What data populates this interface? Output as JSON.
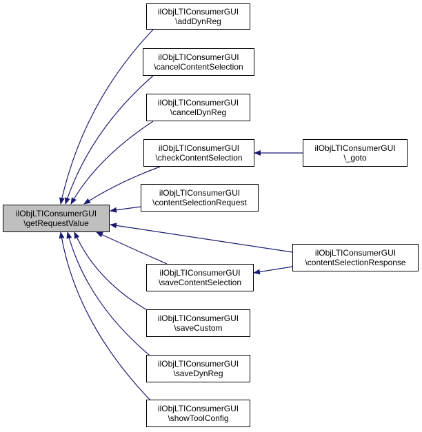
{
  "diagram": {
    "type": "call-graph",
    "edge_color": "#191970",
    "focus_fill": "#bfbfbf",
    "nodes": [
      {
        "id": "getRequestValue",
        "class": "ilObjLTIConsumerGUI",
        "method": "\\getRequestValue",
        "focus": true
      },
      {
        "id": "addDynReg",
        "class": "ilObjLTIConsumerGUI",
        "method": "\\addDynReg"
      },
      {
        "id": "cancelContentSelection",
        "class": "ilObjLTIConsumerGUI",
        "method": "\\cancelContentSelection"
      },
      {
        "id": "cancelDynReg",
        "class": "ilObjLTIConsumerGUI",
        "method": "\\cancelDynReg"
      },
      {
        "id": "checkContentSelection",
        "class": "ilObjLTIConsumerGUI",
        "method": "\\checkContentSelection"
      },
      {
        "id": "goto",
        "class": "ilObjLTIConsumerGUI",
        "method": "\\_goto"
      },
      {
        "id": "contentSelectionRequest",
        "class": "ilObjLTIConsumerGUI",
        "method": "\\contentSelectionRequest"
      },
      {
        "id": "contentSelectionResponse",
        "class": "ilObjLTIConsumerGUI",
        "method": "\\contentSelectionResponse"
      },
      {
        "id": "saveContentSelection",
        "class": "ilObjLTIConsumerGUI",
        "method": "\\saveContentSelection"
      },
      {
        "id": "saveCustom",
        "class": "ilObjLTIConsumerGUI",
        "method": "\\saveCustom"
      },
      {
        "id": "saveDynReg",
        "class": "ilObjLTIConsumerGUI",
        "method": "\\saveDynReg"
      },
      {
        "id": "showToolConfig",
        "class": "ilObjLTIConsumerGUI",
        "method": "\\showToolConfig"
      }
    ],
    "edges": [
      {
        "from": "addDynReg",
        "to": "getRequestValue"
      },
      {
        "from": "cancelContentSelection",
        "to": "getRequestValue"
      },
      {
        "from": "cancelDynReg",
        "to": "getRequestValue"
      },
      {
        "from": "checkContentSelection",
        "to": "getRequestValue"
      },
      {
        "from": "contentSelectionRequest",
        "to": "getRequestValue"
      },
      {
        "from": "contentSelectionResponse",
        "to": "getRequestValue"
      },
      {
        "from": "saveContentSelection",
        "to": "getRequestValue"
      },
      {
        "from": "saveCustom",
        "to": "getRequestValue"
      },
      {
        "from": "saveDynReg",
        "to": "getRequestValue"
      },
      {
        "from": "showToolConfig",
        "to": "getRequestValue"
      },
      {
        "from": "goto",
        "to": "checkContentSelection"
      },
      {
        "from": "contentSelectionResponse",
        "to": "saveContentSelection"
      }
    ]
  }
}
